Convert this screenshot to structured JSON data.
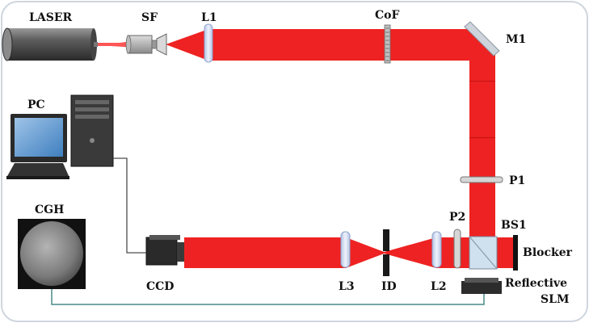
{
  "labels": {
    "laser": "LASER",
    "sf": "SF",
    "l1": "L1",
    "cof": "CoF",
    "m1": "M1",
    "pc": "PC",
    "p1": "P1",
    "cgh": "CGH",
    "p2": "P2",
    "bs1": "BS1",
    "blocker": "Blocker",
    "ccd": "CCD",
    "l3": "L3",
    "id": "ID",
    "l2": "L2",
    "slm_line1": "Reflective",
    "slm_line2": "SLM"
  },
  "colors": {
    "beam": "#ee2222",
    "beam_dark": "#cc1515",
    "lens": "#c9d6ee",
    "frame": "#cfd6dd"
  }
}
